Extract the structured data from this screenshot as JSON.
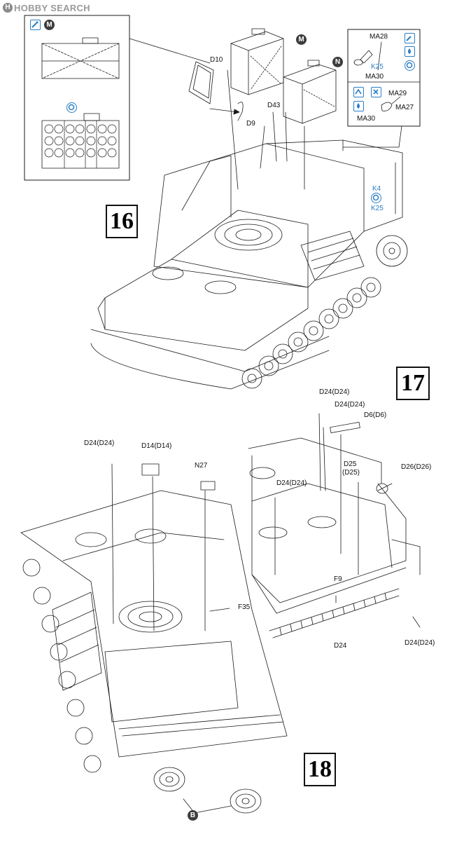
{
  "watermark": {
    "mark": "H",
    "text": "HOBBY SEARCH"
  },
  "steps": {
    "s16": "16",
    "s17": "17",
    "s18": "18"
  },
  "badges": {
    "M_inset": "M",
    "M_main": "M",
    "N": "N",
    "B": "B"
  },
  "parts": {
    "d10": "D10",
    "d9": "D9",
    "d43": "D43",
    "ma28": "MA28",
    "k25a": "K25",
    "ma30a": "MA30",
    "ma29": "MA29",
    "ma27": "MA27",
    "ma30b": "MA30",
    "k4": "K4",
    "k25b": "K25",
    "s17_d24a": "D24(D24)",
    "s17_d24b": "D24(D24)",
    "s17_d6": "D6(D6)",
    "s17_d25": "D25",
    "s17_d25p": "(D25)",
    "s17_d26": "D26(D26)",
    "s17_d24c": "D24(D24)",
    "s17_f9": "F9",
    "s17_d24": "D24",
    "s17_d24d": "D24(D24)",
    "s18_d24": "D24(D24)",
    "s18_d14": "D14(D14)",
    "s18_n27": "N27",
    "s18_f35": "F35"
  },
  "colors": {
    "blue": "#2a7ec6",
    "line": "#1a1a1a",
    "badge": "#3d3d3d",
    "watermark": "#9a9a9a"
  },
  "icons": [
    "paint-brush-icon",
    "rotate-icon",
    "glue-icon",
    "cut-icon",
    "drill-icon",
    "reverse-arrow-icon"
  ]
}
